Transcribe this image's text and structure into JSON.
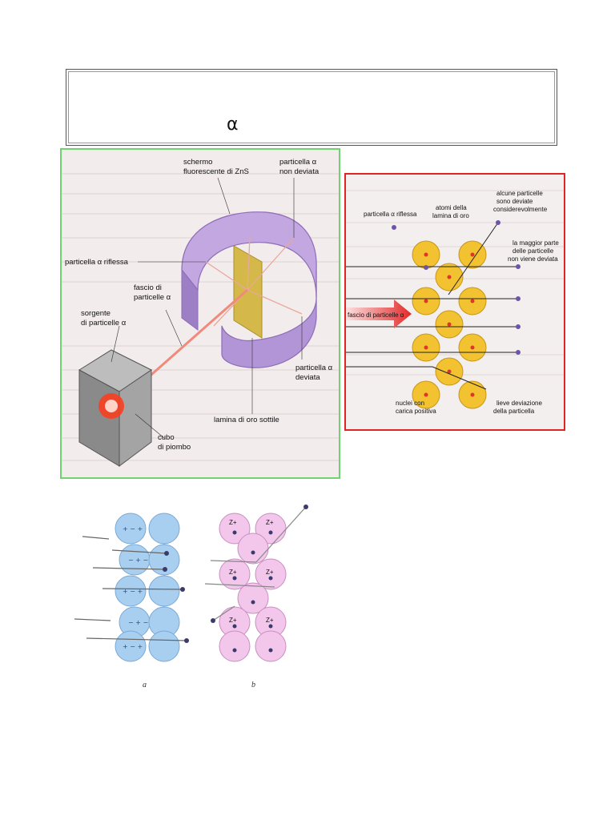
{
  "title": {
    "symbol": "α"
  },
  "figure_1": {
    "labels": {
      "screen": "schermo",
      "screen_2": "fluorescente di ZnS",
      "undeviated": "particella α",
      "undeviated_2": "non deviata",
      "reflected": "particella α riflessa",
      "beam": "fascio di",
      "beam_2": "particelle α",
      "source": "sorgente",
      "source_2": "di particelle α",
      "deviated": "particella α",
      "deviated_2": "deviata",
      "foil": "lamina di oro sottile",
      "cube": "cubo",
      "cube_2": "di piombo"
    },
    "colors": {
      "screen": "#b79ad6",
      "foil": "#d4b94a",
      "source": "#ff3a1a",
      "border": "#6fd46f"
    }
  },
  "figure_2": {
    "labels": {
      "reflected": "particella α riflessa",
      "gold_atoms": "atomi della",
      "gold_atoms_2": "lamina di oro",
      "some_deviated": "alcune particelle",
      "some_deviated_2": "sono deviate",
      "some_deviated_3": "considerevolmente",
      "most": "la maggior parte",
      "most_2": "delle particelle",
      "most_3": "non viene deviata",
      "beam": "fascio di particelle α",
      "nuclei": "nuclei con",
      "nuclei_2": "carica positiva",
      "slight": "lieve deviazione",
      "slight_2": "della particella"
    },
    "colors": {
      "atom": "#f2c230",
      "nucleus": "#e0352a",
      "border": "#e02424"
    }
  },
  "figure_3": {
    "labels": {
      "a": "a",
      "b": "b",
      "charge": "Z+"
    },
    "colors": {
      "thomson": "#a9cff0",
      "rutherford": "#f3c6ec"
    }
  }
}
